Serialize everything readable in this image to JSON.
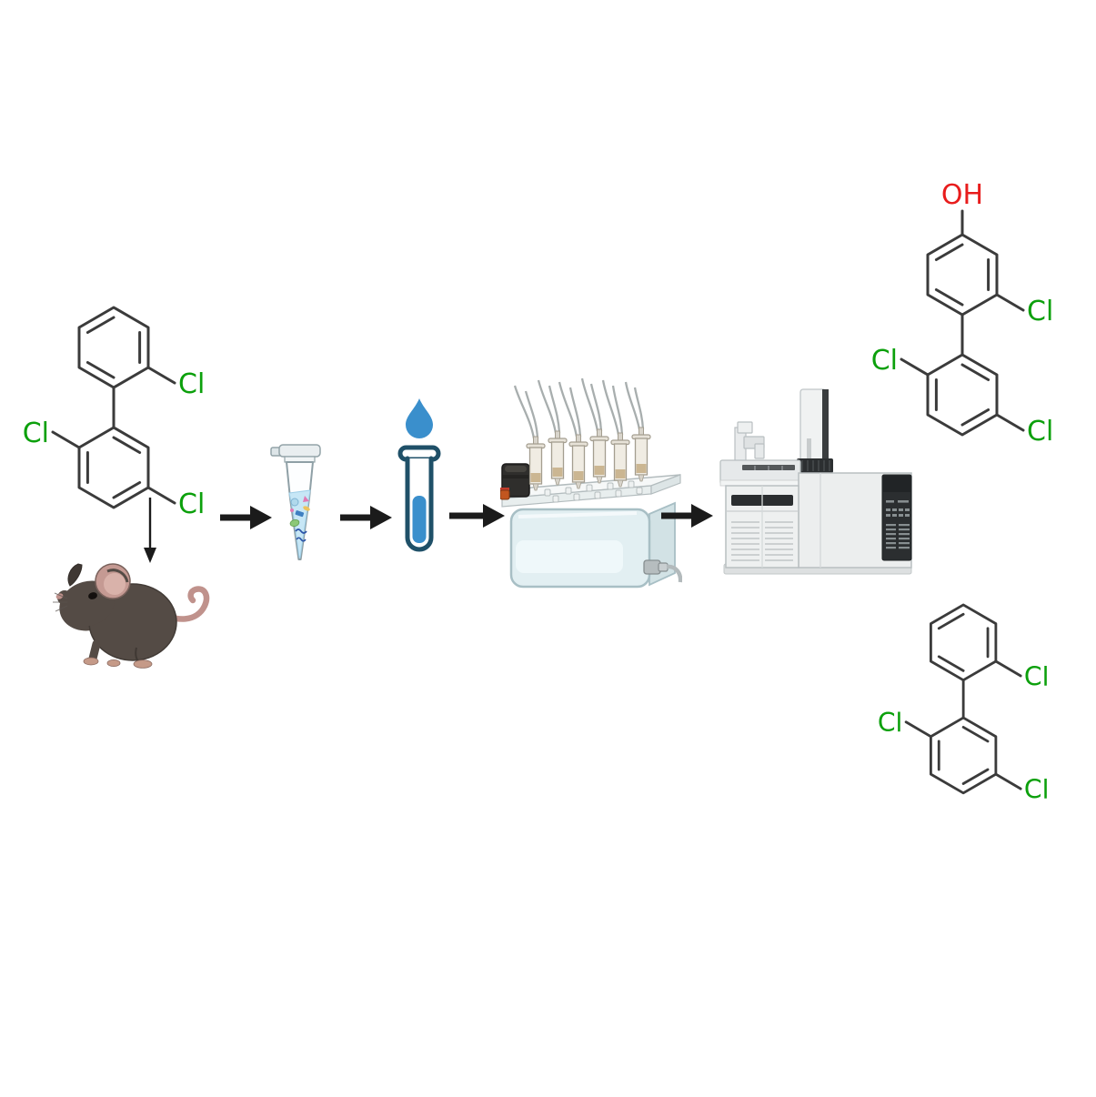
{
  "structures": {
    "parent_left": {
      "cl_top_ring": "Cl",
      "cl_lower_left": "Cl",
      "cl_lower_right": "Cl"
    },
    "hydroxy_metabolite": {
      "hydroxyl": "OH",
      "cl_top_ring": "Cl",
      "cl_lower_left": "Cl",
      "cl_lower_right": "Cl"
    },
    "parent_product": {
      "cl_top_ring": "Cl",
      "cl_lower_left": "Cl",
      "cl_lower_right": "Cl"
    }
  },
  "icons": {
    "mouse": "mouse",
    "microcentrifuge_tube": "microcentrifuge-tube",
    "droplet_test_tube": "droplet-test-tube",
    "spe_manifold": "spe-vacuum-manifold",
    "gc_ms": "gc-ms-instrument",
    "flow_arrow": "right-arrow",
    "exposure_arrow": "down-arrow"
  },
  "colors": {
    "chlorine_label": "#0ca00c",
    "hydroxyl_label": "#e81c1c",
    "bond": "#3b3b3b",
    "arrow": "#1b1b1b",
    "liquid_blue": "#3a8fcc",
    "tube_outline": "#1f5068",
    "background": "#ffffff"
  }
}
